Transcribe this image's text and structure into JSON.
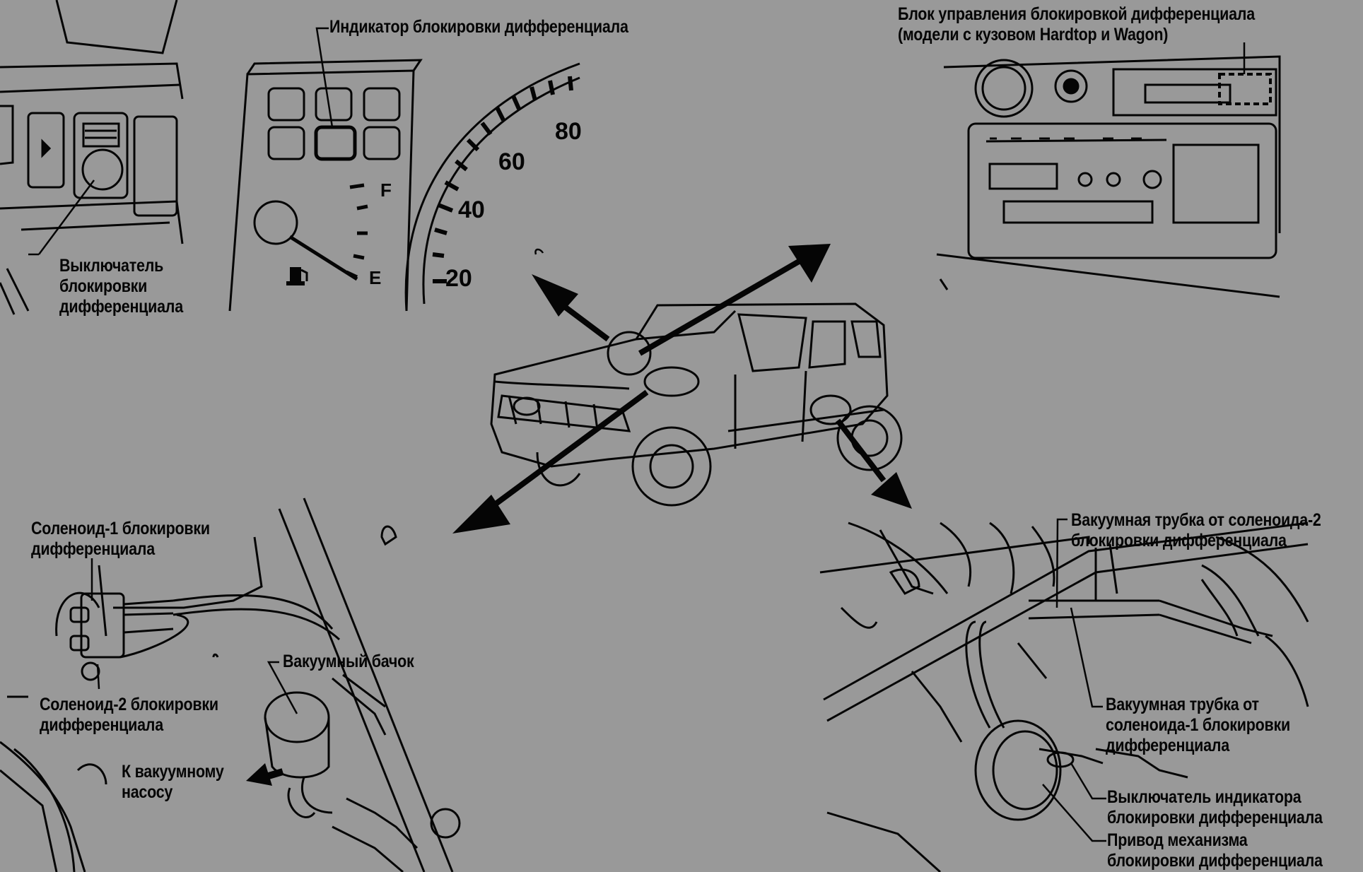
{
  "labels": {
    "indicator": "Индикатор блокировки дифференциала",
    "control_unit": [
      "Блок управления блокировкой дифференциала",
      "(модели с кузовом Hardtop и Wagon)"
    ],
    "diff_lock_switch": [
      "Выключатель",
      "блокировки",
      "дифференциала"
    ],
    "solenoid1": [
      "Соленоид-1 блокировки",
      "дифференциала"
    ],
    "vacuum_tank": "Вакуумный бачок",
    "solenoid2": [
      "Соленоид-2 блокировки",
      "дифференциала"
    ],
    "to_vacuum_pump": [
      "К вакуумному",
      "насосу"
    ],
    "tube_solenoid2": [
      "Вакуумная трубка от соленоида-2",
      "блокировки дифференциала"
    ],
    "tube_solenoid1": [
      "Вакуумная трубка от",
      "соленоида-1 блокировки",
      "дифференциала"
    ],
    "indicator_switch": [
      "Выключатель индикатора",
      "блокировки дифференциала"
    ],
    "actuator": [
      "Привод механизма",
      "блокировки дифференциала"
    ]
  },
  "gauge": {
    "speed_ticks": [
      "20",
      "40",
      "60",
      "80"
    ],
    "fuel_full": "F",
    "fuel_empty": "E"
  },
  "colors": {
    "background": "#999999",
    "ink": "#050505"
  },
  "icons": [
    "fuel-pump-icon",
    "direction-arrow"
  ]
}
